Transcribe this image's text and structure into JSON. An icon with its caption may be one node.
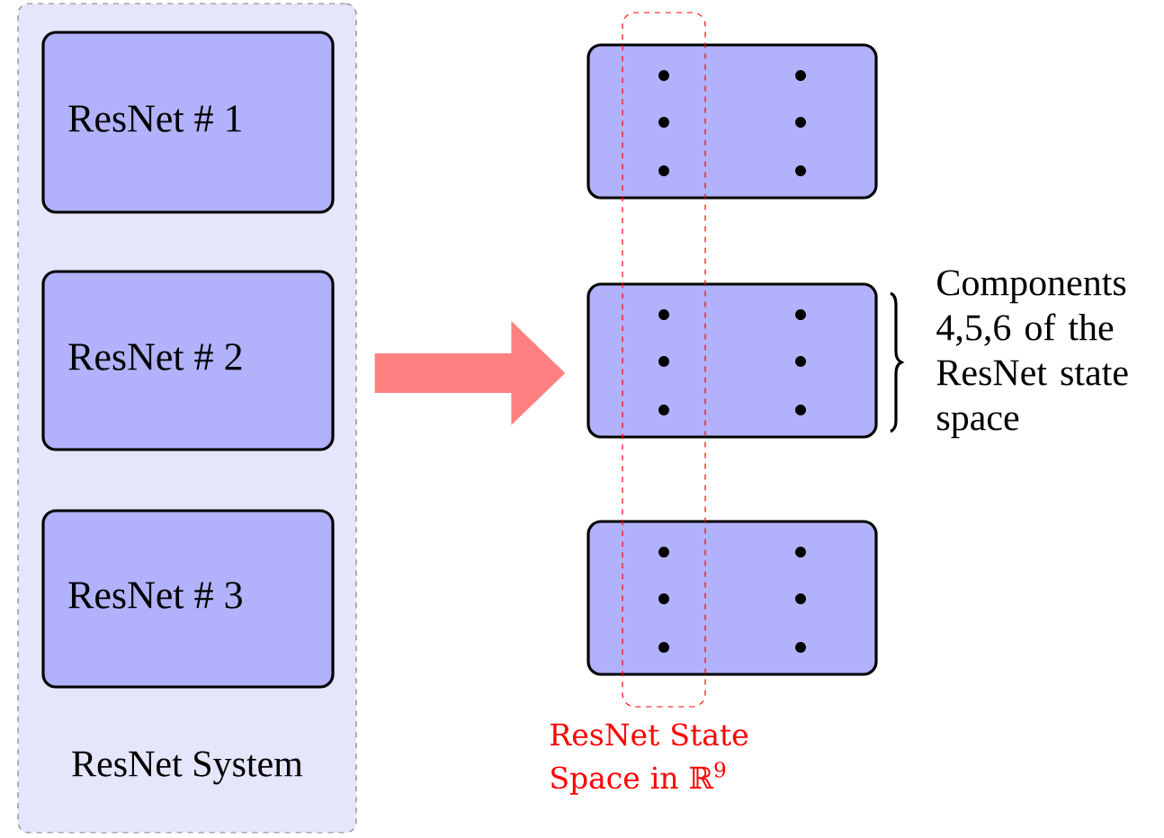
{
  "diagram": {
    "nodes": [
      {
        "text": [
          "ResNet System"
        ]
      },
      {
        "text": [
          "ResNet # 1"
        ],
        "in": 0
      },
      {
        "text": [
          "ResNet # 2"
        ],
        "in": 0
      },
      {
        "text": [
          "ResNet # 3"
        ],
        "in": 0
      },
      {
        "text": [],
        "shape": "box"
      },
      {
        "text": [],
        "shape": "box",
        "beside": [
          "Components 4,5,6 of the ResNet state space"
        ]
      },
      {
        "text": [],
        "shape": "box"
      },
      {
        "text": [
          "ResNet State Space in ℝ$^{9}$"
        ]
      }
    ],
    "edges": [
      {
        "from": 0,
        "to": 5,
        "arrow": "to",
        "color": "#ff8080"
      }
    ]
  }
}
